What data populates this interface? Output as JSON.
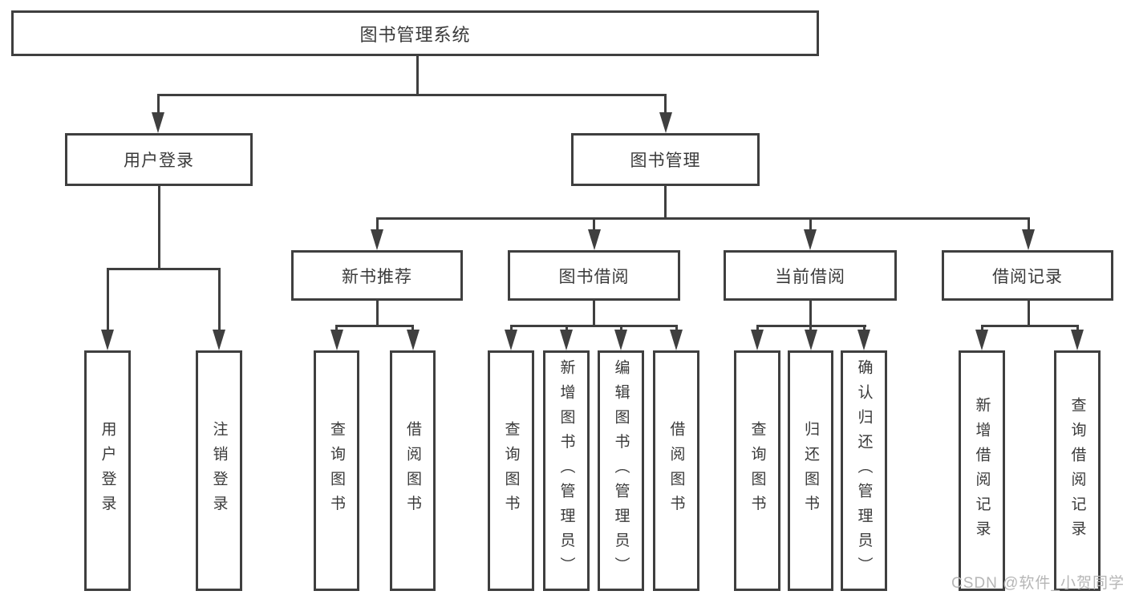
{
  "diagram": {
    "root_label": "图书管理系统",
    "branches": [
      {
        "label": "用户登录",
        "leaves": [
          "用户登录",
          "注销登录"
        ]
      },
      {
        "label": "图书管理",
        "sections": [
          {
            "label": "新书推荐",
            "leaves": [
              "查询图书",
              "借阅图书"
            ]
          },
          {
            "label": "图书借阅",
            "leaves": [
              "查询图书",
              "新增图书（管理员）",
              "编辑图书（管理员）",
              "借阅图书"
            ]
          },
          {
            "label": "当前借阅",
            "leaves": [
              "查询图书",
              "归还图书",
              "确认归还（管理员）"
            ]
          },
          {
            "label": "借阅记录",
            "leaves": [
              "新增借阅记录",
              "查询借阅记录"
            ]
          }
        ]
      }
    ]
  },
  "watermark": {
    "text": "CSDN @软件_小贺同学",
    "color": "#b6b6b6"
  },
  "colors": {
    "line": "#3f3f3f",
    "text": "#3a3a3a",
    "background": "#ffffff"
  }
}
